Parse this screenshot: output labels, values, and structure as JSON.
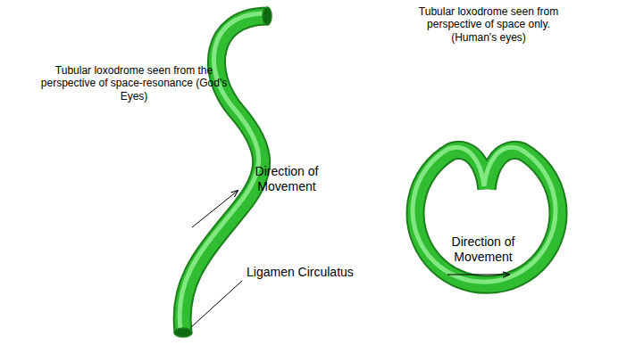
{
  "diagram": {
    "labels": [
      "Tubular loxodrome seen from the perspective of space-resonance (God's Eyes)",
      "Direction of Movement",
      "Ligamen Circulatus",
      "Tubular loxodrome seen from perspective of space only. (Human's eyes)",
      "Direction of Movement"
    ]
  }
}
